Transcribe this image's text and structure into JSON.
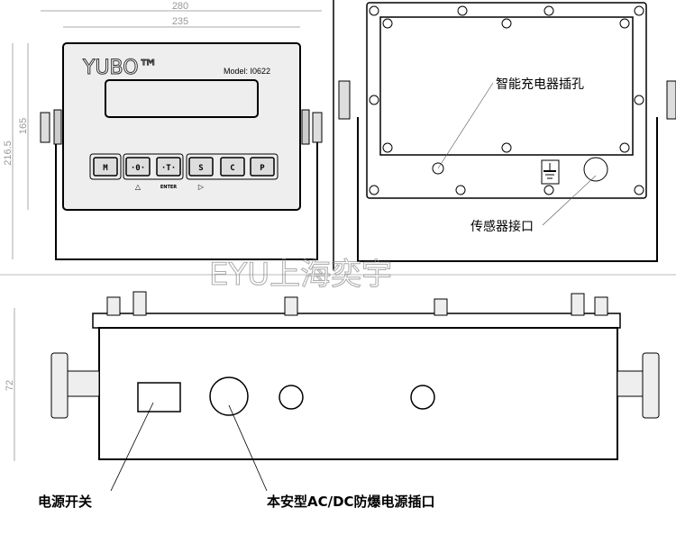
{
  "front_view": {
    "dimensions": {
      "overall_width": "280",
      "panel_width": "235",
      "overall_height": "216.5",
      "panel_height": "165"
    },
    "brand": "YUBO™",
    "model": "Model: I0622",
    "keys": [
      "M",
      "·0·",
      "·T·",
      "S",
      "C",
      "P"
    ],
    "key_sublabels": {
      "zero": "△",
      "tare": "ENTER",
      "s": "▷"
    }
  },
  "rear_view": {
    "charger_port_label": "智能充电器插孔",
    "sensor_port_label": "传感器接口"
  },
  "bottom_view": {
    "height_dimension": "72",
    "power_switch_label": "电源开关",
    "power_socket_label": "本安型AC/DC防爆电源插口"
  },
  "watermark": "EYU上海奕宇"
}
